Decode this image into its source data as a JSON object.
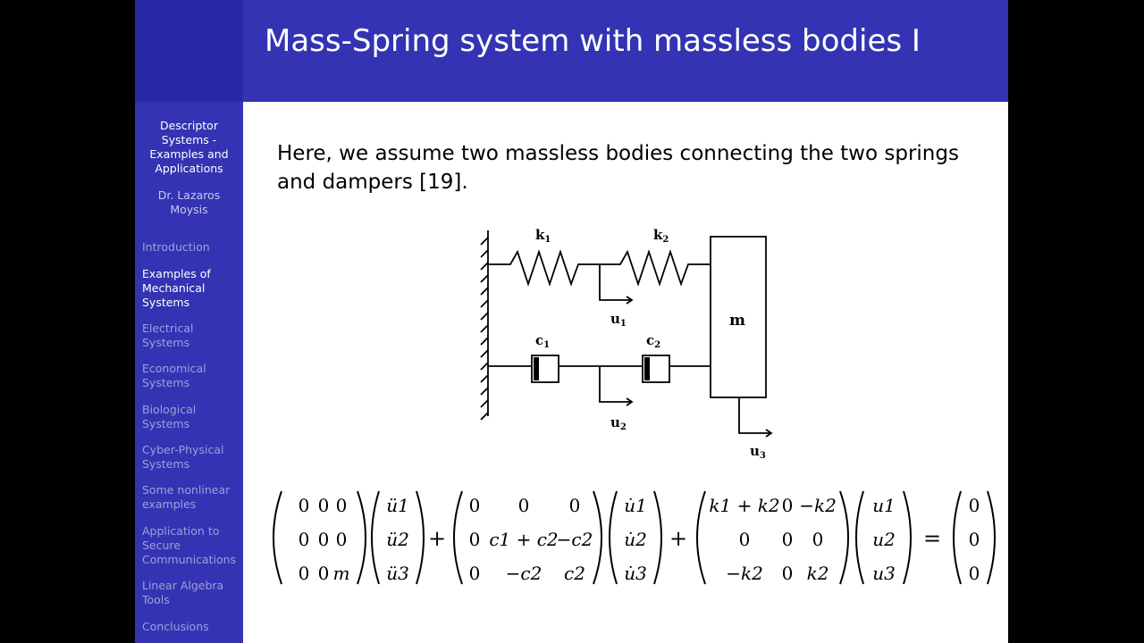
{
  "header": {
    "title": "Mass-Spring system with massless bodies I"
  },
  "sidebar": {
    "presentation_title": [
      "Descriptor",
      "Systems -",
      "Examples and",
      "Applications"
    ],
    "author": [
      "Dr. Lazaros",
      "Moysis"
    ],
    "sections": [
      {
        "lines": [
          "Introduction"
        ],
        "active": false
      },
      {
        "lines": [
          "Examples of",
          "Mechanical",
          "Systems"
        ],
        "active": true
      },
      {
        "lines": [
          "Electrical",
          "Systems"
        ],
        "active": false
      },
      {
        "lines": [
          "Economical",
          "Systems"
        ],
        "active": false
      },
      {
        "lines": [
          "Biological",
          "Systems"
        ],
        "active": false
      },
      {
        "lines": [
          "Cyber-Physical",
          "Systems"
        ],
        "active": false
      },
      {
        "lines": [
          "Some nonlinear",
          "examples"
        ],
        "active": false
      },
      {
        "lines": [
          "Application to",
          "Secure",
          "Communications"
        ],
        "active": false
      },
      {
        "lines": [
          "Linear Algebra",
          "Tools"
        ],
        "active": false
      },
      {
        "lines": [
          "Conclusions"
        ],
        "active": false
      }
    ]
  },
  "content": {
    "paragraph": "Here, we assume two massless bodies connecting the two springs and dampers [19].",
    "diagram": {
      "k1": "k",
      "k1_sub": "1",
      "k2": "k",
      "k2_sub": "2",
      "c1": "c",
      "c1_sub": "1",
      "c2": "c",
      "c2_sub": "2",
      "u1": "u",
      "u1_sub": "1",
      "u2": "u",
      "u2_sub": "2",
      "u3": "u",
      "u3_sub": "3",
      "mass": "m"
    },
    "equation": {
      "E": [
        [
          "0",
          "0",
          "0"
        ],
        [
          "0",
          "0",
          "0"
        ],
        [
          "0",
          "0",
          "m"
        ]
      ],
      "ddot_u": [
        "ü1",
        "ü2",
        "ü3"
      ],
      "C": [
        [
          "0",
          "0",
          "0"
        ],
        [
          "0",
          "c1 + c2",
          "−c2"
        ],
        [
          "0",
          "−c2",
          "c2"
        ]
      ],
      "dot_u": [
        "u̇1",
        "u̇2",
        "u̇3"
      ],
      "K": [
        [
          "k1 + k2",
          "0",
          "−k2"
        ],
        [
          "0",
          "0",
          "0"
        ],
        [
          "−k2",
          "0",
          "k2"
        ]
      ],
      "u": [
        "u1",
        "u2",
        "u3"
      ],
      "rhs": [
        "0",
        "0",
        "0"
      ],
      "plus": "+",
      "equals": "="
    }
  },
  "colors": {
    "sidebar": "#3333b3",
    "header": "#3333b3",
    "nav_inactive": "#9f9fdc",
    "nav_active": "#ffffff"
  }
}
